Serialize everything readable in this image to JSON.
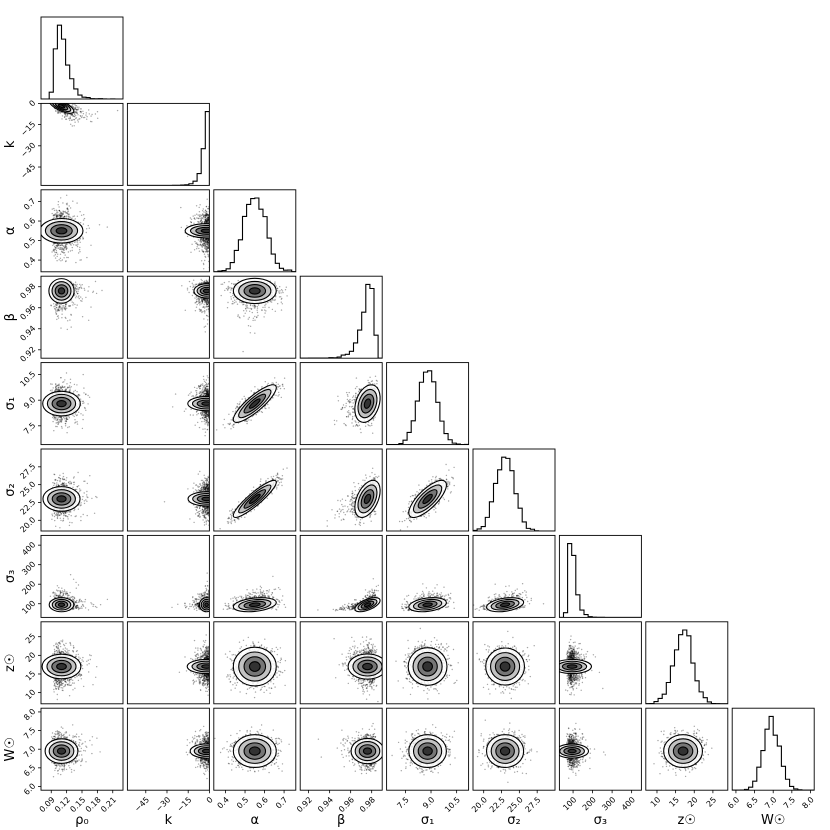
{
  "chart_data": {
    "type": "corner",
    "parameters": [
      {
        "name": "rho0",
        "label": "ρ₀",
        "range": [
          0.07,
          0.23
        ],
        "ticks": [
          "0.09",
          "0.12",
          "0.15",
          "0.18",
          "0.21"
        ],
        "tick_values": [
          0.09,
          0.12,
          0.15,
          0.18,
          0.21
        ],
        "mean": 0.11,
        "sd": 0.012,
        "skew": 1
      },
      {
        "name": "k",
        "label": "k",
        "range": [
          -58,
          0
        ],
        "ticks": [
          "−45",
          "−30",
          "−15",
          "0"
        ],
        "tick_values": [
          -45,
          -30,
          -15,
          0
        ],
        "mean": -2,
        "sd": 2.5,
        "skew": -1
      },
      {
        "name": "alpha",
        "label": "α",
        "range": [
          0.34,
          0.76
        ],
        "ticks": [
          "0.4",
          "0.5",
          "0.6",
          "0.7"
        ],
        "tick_values": [
          0.4,
          0.5,
          0.6,
          0.7
        ],
        "mean": 0.55,
        "sd": 0.055,
        "skew": 0
      },
      {
        "name": "beta",
        "label": "β",
        "range": [
          0.912,
          0.99
        ],
        "ticks": [
          "0.92",
          "0.94",
          "0.96",
          "0.98"
        ],
        "tick_values": [
          0.92,
          0.94,
          0.96,
          0.98
        ],
        "mean": 0.976,
        "sd": 0.006,
        "skew": -1
      },
      {
        "name": "sigma1",
        "label": "σ₁",
        "range": [
          6.4,
          11.2
        ],
        "ticks": [
          "7.5",
          "9.0",
          "10.5"
        ],
        "tick_values": [
          7.5,
          9.0,
          10.5
        ],
        "mean": 8.8,
        "sd": 0.55,
        "skew": 0
      },
      {
        "name": "sigma2",
        "label": "σ₂",
        "range": [
          18.5,
          30
        ],
        "ticks": [
          "20.0",
          "22.5",
          "25.0",
          "27.5"
        ],
        "tick_values": [
          20.0,
          22.5,
          25.0,
          27.5
        ],
        "mean": 23.0,
        "sd": 1.3,
        "skew": 0
      },
      {
        "name": "sigma3",
        "label": "σ₃",
        "range": [
          30,
          450
        ],
        "ticks": [
          "100",
          "200",
          "300",
          "400"
        ],
        "tick_values": [
          100,
          200,
          300,
          400
        ],
        "mean": 95,
        "sd": 18,
        "skew": 1
      },
      {
        "name": "z_sun",
        "label": "z☉",
        "range": [
          7,
          29
        ],
        "ticks": [
          "10",
          "15",
          "20",
          "25"
        ],
        "tick_values": [
          10,
          15,
          20,
          25
        ],
        "mean": 17,
        "sd": 2.6,
        "skew": 0
      },
      {
        "name": "W_sun",
        "label": "W☉",
        "range": [
          5.9,
          8.1
        ],
        "ticks": [
          "6.0",
          "6.5",
          "7.0",
          "7.5",
          "8.0"
        ],
        "tick_values": [
          6.0,
          6.5,
          7.0,
          7.5,
          8.0
        ],
        "mean": 6.95,
        "sd": 0.22,
        "skew": 0
      }
    ],
    "y_ticks_override": {
      "k": {
        "ticks": [
          "0",
          "−15",
          "−30",
          "−45"
        ],
        "tick_values": [
          0,
          -15,
          -30,
          -45
        ]
      },
      "beta": {
        "ticks": [
          "0.98",
          "0.96",
          "0.94",
          "0.92"
        ],
        "tick_values": [
          0.98,
          0.96,
          0.94,
          0.92
        ]
      },
      "sigma1": {
        "ticks": [
          "10.5",
          "9.0",
          "7.5"
        ],
        "tick_values": [
          10.5,
          9.0,
          7.5
        ]
      },
      "sigma2": {
        "ticks": [
          "27.5",
          "25.0",
          "22.5",
          "20.0"
        ],
        "tick_values": [
          27.5,
          25.0,
          22.5,
          20.0
        ]
      },
      "z_sun": {
        "ticks": [
          "25",
          "20",
          "15",
          "10"
        ],
        "tick_values": [
          25,
          20,
          15,
          10
        ]
      },
      "W_sun": {
        "ticks": [
          "8.0",
          "7.5",
          "7.0",
          "6.5",
          "6.0"
        ],
        "tick_values": [
          8.0,
          7.5,
          7.0,
          6.5,
          6.0
        ]
      }
    },
    "correlations": [
      {
        "pair": [
          "rho0",
          "k"
        ],
        "r": -0.7
      },
      {
        "pair": [
          "alpha",
          "sigma1"
        ],
        "r": 0.85
      },
      {
        "pair": [
          "alpha",
          "sigma2"
        ],
        "r": 0.9
      },
      {
        "pair": [
          "sigma1",
          "sigma2"
        ],
        "r": 0.75
      },
      {
        "pair": [
          "beta",
          "sigma1"
        ],
        "r": 0.3
      },
      {
        "pair": [
          "beta",
          "sigma2"
        ],
        "r": 0.45
      },
      {
        "pair": [
          "beta",
          "sigma3"
        ],
        "r": 0.6
      },
      {
        "pair": [
          "alpha",
          "sigma3"
        ],
        "r": 0.3
      },
      {
        "pair": [
          "sigma1",
          "sigma3"
        ],
        "r": 0.3
      },
      {
        "pair": [
          "sigma2",
          "sigma3"
        ],
        "r": 0.35
      }
    ],
    "grid": false,
    "legend": "none"
  }
}
